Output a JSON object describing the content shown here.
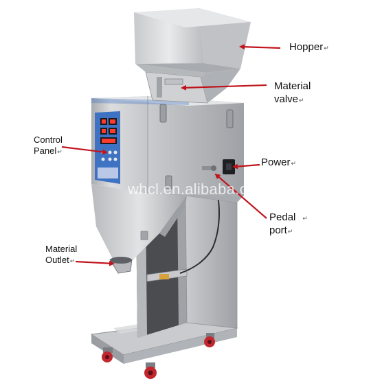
{
  "labels": {
    "hopper": "Hopper",
    "valve_1": "Material",
    "valve_2": "valve",
    "control_1": "Control",
    "control_2": "Panel",
    "power": "Power",
    "pedal_1": "Pedal",
    "pedal_2": "port",
    "outlet_1": "Material",
    "outlet_2": "Outlet",
    "return_mark": "↵"
  },
  "watermark": "whcl.en.alibaba.com",
  "colors": {
    "arrow": "#c0141c",
    "steel_light": "#d9dadb",
    "steel_mid": "#b3b5b8",
    "steel_dark": "#8c8f93",
    "panel_blue": "#3e73c4",
    "display_red": "#ff3b2e",
    "wheel": "#c2262e"
  }
}
